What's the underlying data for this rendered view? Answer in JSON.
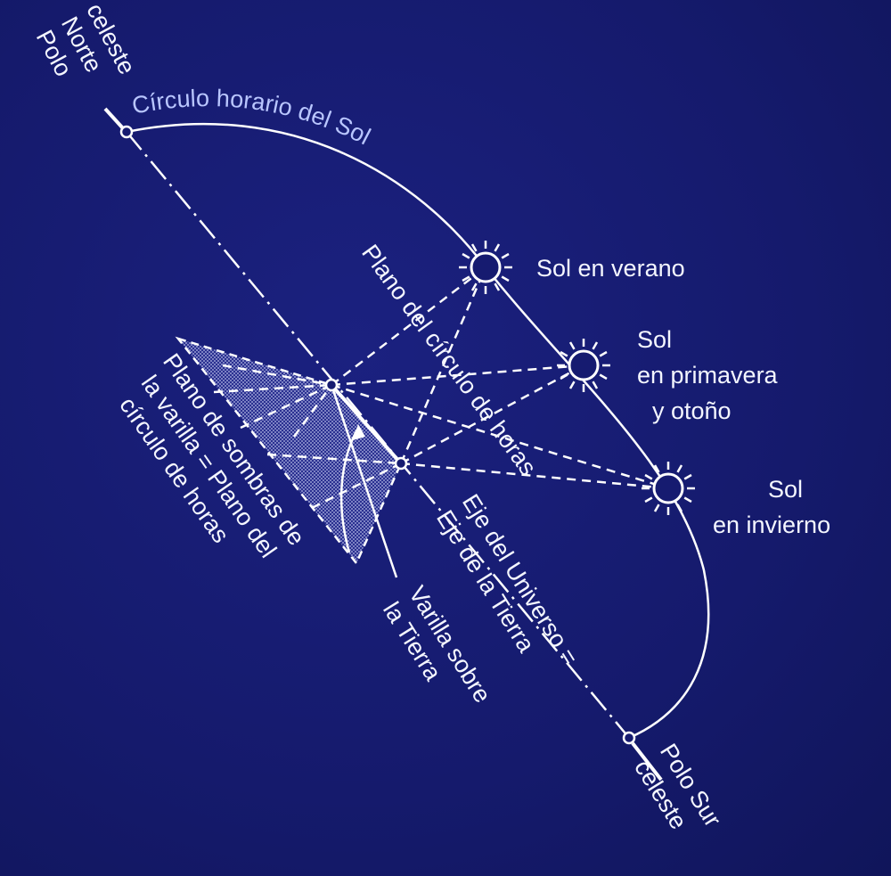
{
  "labels": {
    "north_pole": [
      "Polo",
      "Norte",
      "celeste"
    ],
    "hour_circle": "Círculo horario del Sol",
    "sun_summer": "Sol en verano",
    "sun_equinox": [
      "Sol",
      "en primavera",
      "y otoño"
    ],
    "sun_winter": [
      "Sol",
      "en invierno"
    ],
    "hour_plane": [
      "Plano del círculo de horas"
    ],
    "shadow_plane": [
      "Plano de sombras de",
      "la varilla = Plano del",
      "círculo de horas"
    ],
    "axis": [
      "Eje del Universo =",
      "Eje de la Tierra"
    ],
    "rod": [
      "Varilla sobre",
      "la Tierra"
    ],
    "south_pole": [
      "Polo Sur",
      "celeste"
    ]
  },
  "colors": {
    "background": "#161b70",
    "lines": "#f4f6ff",
    "arc_label": "#b9c6ff"
  }
}
